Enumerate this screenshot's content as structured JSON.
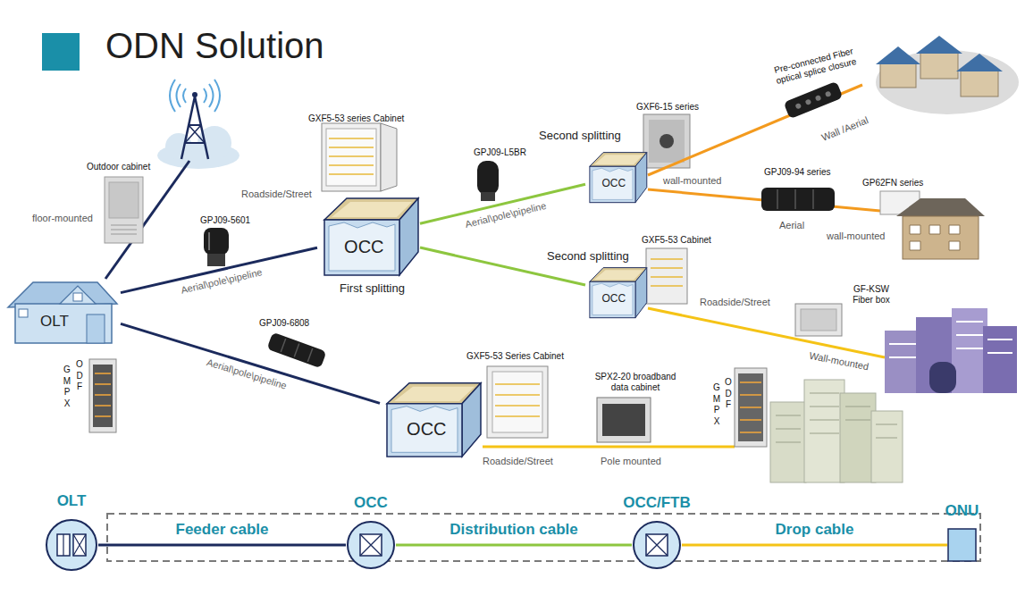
{
  "diagram": {
    "title": "ODN Solution",
    "nodes": [
      {
        "text": [
          "OLT"
        ]
      },
      {
        "text": [
          "OCC",
          "First splitting"
        ]
      },
      {
        "text": [
          "Second splitting",
          "OCC"
        ]
      },
      {
        "text": [
          "Second splitting",
          "OCC"
        ]
      },
      {
        "text": [
          "OCC"
        ]
      },
      {
        "text": [
          "OLT"
        ]
      },
      {
        "text": [
          "OCC"
        ]
      },
      {
        "text": [
          "OCC/FTB"
        ]
      },
      {
        "text": [
          "ONU"
        ]
      }
    ],
    "edges": [
      {
        "from": 0,
        "to": 1,
        "arrow": "none",
        "label": "Aerial\\pole\\pipeline"
      },
      {
        "from": 1,
        "to": 2,
        "arrow": "none",
        "label": "Aerial\\pole\\pipeline"
      },
      {
        "from": 1,
        "to": 3,
        "arrow": "none"
      },
      {
        "from": 0,
        "to": 4,
        "arrow": "none",
        "label": "Aerial\\pole\\pipeline"
      },
      {
        "from": 5,
        "to": 6,
        "arrow": "none",
        "label": "Feeder cable"
      },
      {
        "from": 6,
        "to": 7,
        "arrow": "none",
        "label": "Distribution cable"
      },
      {
        "from": 7,
        "to": 8,
        "arrow": "none",
        "label": "Drop cable"
      }
    ],
    "labels": [
      "Outdoor cabinet",
      "floor-mounted",
      "GPJ09-5601",
      "GMPX",
      "ODF",
      "GXF5-53 series Cabinet",
      "Roadside/Street",
      "GPJ09-L5BR",
      "GXF6-15 series",
      "wall-mounted",
      "Pre-connected Fiber optical splice closure",
      "Wall /Aerial",
      "GPJ09-94 series",
      "Aerial",
      "GP62FN series",
      "wall-mounted",
      "GXF5-53 Cabinet",
      "Roadside/Street",
      "GF-KSW Fiber box",
      "Wall-mounted",
      "GPJ09-6808",
      "GXF5-53 Series Cabinet",
      "SPX2-20 broadband data cabinet",
      "Roadside/Street",
      "Pole mounted",
      "GMPX",
      "ODF"
    ]
  }
}
